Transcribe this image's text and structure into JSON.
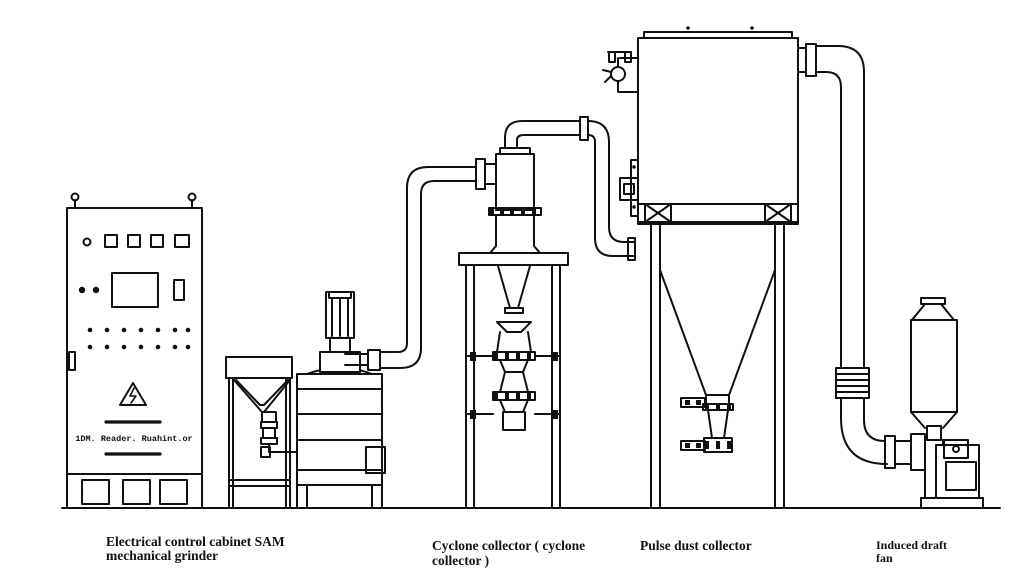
{
  "diagram": {
    "cabinet_panel_lines": [
      "1DM. Reader. Ruahint.or"
    ],
    "captions": {
      "cabinet_grinder_line1": "Electrical control cabinet SAM",
      "cabinet_grinder_line2": "mechanical grinder",
      "cyclone_line1": "Cyclone collector ( cyclone",
      "cyclone_line2": "collector )",
      "pulse": "Pulse dust collector",
      "fan_line1": "Induced draft",
      "fan_line2": "fan"
    }
  }
}
